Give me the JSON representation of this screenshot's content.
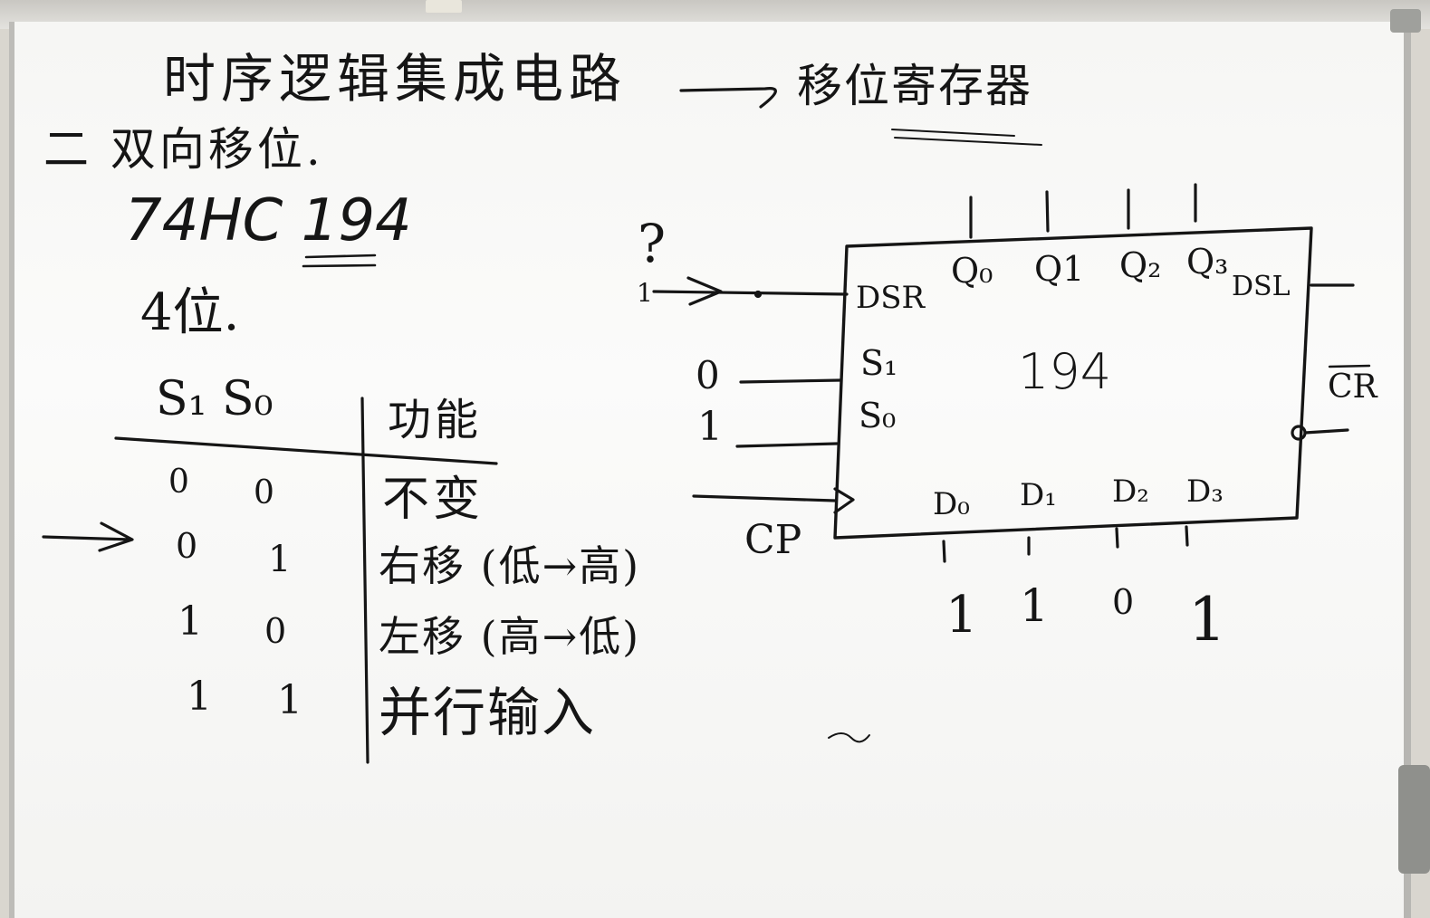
{
  "title": "时序逻辑集成电路",
  "title_dash": "——",
  "title_sub": "移位寄存器",
  "section": "二 双向移位.",
  "chip_model": "74HC 194",
  "bits": "4位.",
  "table": {
    "headers": [
      "S₁ S₀",
      "功能"
    ],
    "rows": [
      {
        "s1": "0",
        "s0": "0",
        "func": "不变"
      },
      {
        "s1": "0",
        "s0": "1",
        "func": "右移 (低→高)"
      },
      {
        "s1": "1",
        "s0": "0",
        "func": "左移 (高→低)"
      },
      {
        "s1": "1",
        "s0": "1",
        "func": "并行输入"
      }
    ]
  },
  "diagram": {
    "chip_label": "194",
    "question": "?",
    "dsr_input": "1",
    "outputs": [
      "Q₀",
      "Q1",
      "Q₂",
      "Q₃"
    ],
    "dsr": "DSR",
    "dsl": "DSL",
    "s1": "S₁",
    "s0": "S₀",
    "s1_value": "0",
    "s0_value": "1",
    "cp": "CP",
    "cr": "CR",
    "inputs": [
      "D₀",
      "D₁",
      "D₂",
      "D₃"
    ],
    "input_values": [
      "1",
      "1",
      "0",
      "1"
    ]
  },
  "colors": {
    "ink": "#151515",
    "board": "#f8f8f6"
  }
}
